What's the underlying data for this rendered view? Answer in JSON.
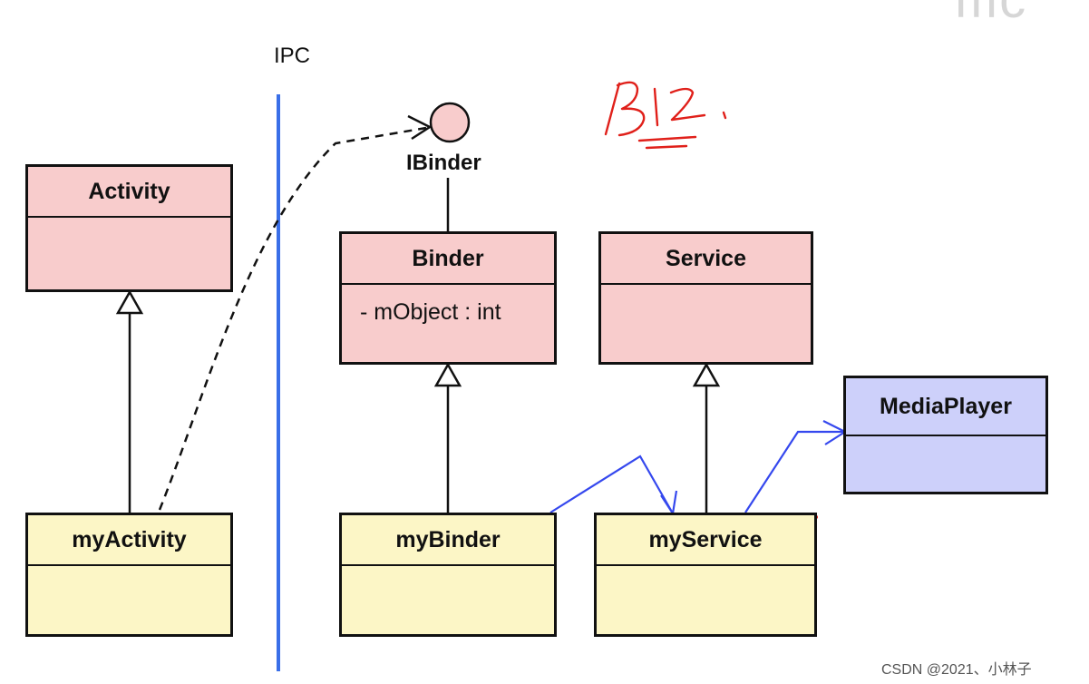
{
  "labels": {
    "ipc": "IPC",
    "ibinder": "IBinder"
  },
  "classes": {
    "activity": {
      "name": "Activity"
    },
    "binder": {
      "name": "Binder",
      "attribute": "- mObject : int"
    },
    "service": {
      "name": "Service"
    },
    "media_player": {
      "name": "MediaPlayer"
    },
    "my_activity": {
      "name": "myActivity"
    },
    "my_binder": {
      "name": "myBinder"
    },
    "my_service": {
      "name": "myService"
    }
  },
  "annotations": {
    "handwriting": "BIZ",
    "checkmark": "✓"
  },
  "watermark": "CSDN @2021、小林子",
  "colors": {
    "super_class": "#f8cccc",
    "sub_class": "#fcf6c6",
    "external_class": "#cdd0fa",
    "ipc_line": "#3a6fe8",
    "association": "#3548ee",
    "handwriting": "#e0201a"
  }
}
